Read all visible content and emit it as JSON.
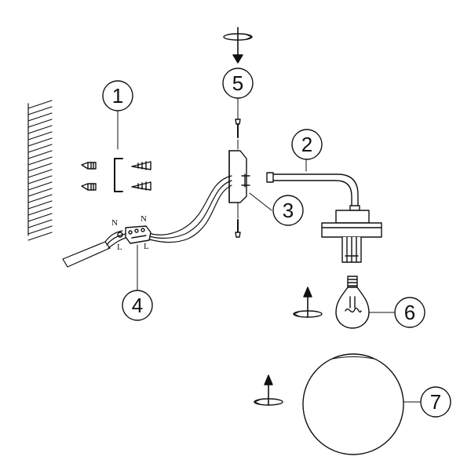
{
  "callouts": {
    "c1": "1",
    "c2": "2",
    "c3": "3",
    "c4": "4",
    "c5": "5",
    "c6": "6",
    "c7": "7"
  },
  "terminals": {
    "neutral_left": "N",
    "live_left": "L",
    "neutral_right": "N",
    "live_right": "L"
  },
  "colors": {
    "line": "#111111",
    "fill": "#ffffff",
    "hatch": "#222222"
  }
}
